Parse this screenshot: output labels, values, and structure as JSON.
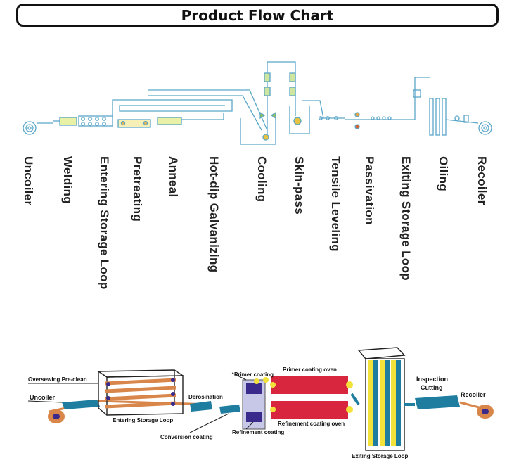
{
  "title": "Product Flow Chart",
  "top_stages": [
    "Uncoiler",
    "Welding",
    "Entering Storage Loop",
    "Pretreating",
    "Anneal",
    "Hot-dip Galvanizing",
    "Cooling",
    "Skin-pass",
    "Tensile Leveling",
    "Passivation",
    "Exiting Storage Loop",
    "Oiling",
    "Recoiler"
  ],
  "bottom_labels": {
    "oversewing": "Oversewing Pre-clean",
    "uncoiler": "Uncoiler",
    "entering_loop": "Entering Storage Loop",
    "derosination": "Derosination",
    "conversion": "Conversion coating",
    "primer_coating": "Primer coating",
    "primer_oven": "Primer coating oven",
    "refinement_coating": "Refinement coating",
    "refinement_oven": "Refinement coating oven",
    "exiting_loop": "Exiting Storage Loop",
    "inspection": "Inspection",
    "cutting": "Cutting",
    "recoiler": "Recoiler"
  },
  "colors": {
    "line_blue": "#5aa6c8",
    "strip_orange": "#d9864a",
    "teal": "#1f7ea0",
    "oven_red": "#d7263d",
    "coat_yellow": "#f2e23a",
    "roll_purple": "#3a2a8c"
  }
}
